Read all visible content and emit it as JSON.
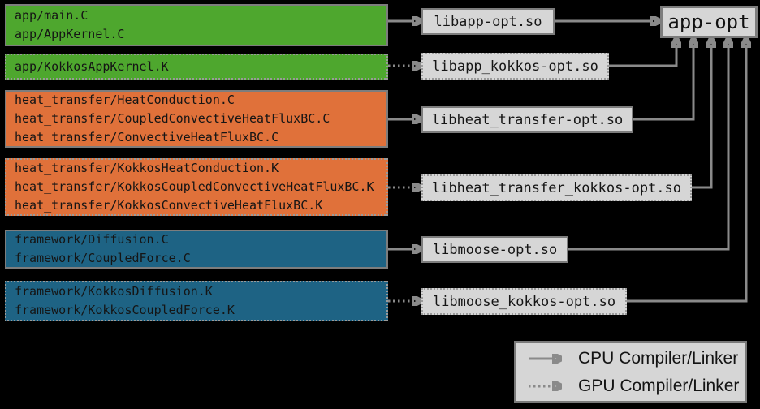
{
  "colors": {
    "background": "#000000",
    "app_green": "#4ea72e",
    "heat_transfer_orange": "#e0713a",
    "framework_blue": "#1e6384",
    "box_fill_gray": "#d6d6d6",
    "box_border_gray": "#7d7d7d",
    "arrow_gray": "#8a8a8a",
    "text_dark": "#151515"
  },
  "sources": [
    {
      "files": [
        "app/main.C",
        "app/AppKernel.C"
      ]
    },
    {
      "files": [
        "app/KokkosAppKernel.K"
      ]
    },
    {
      "files": [
        "heat_transfer/HeatConduction.C",
        "heat_transfer/CoupledConvectiveHeatFluxBC.C",
        "heat_transfer/ConvectiveHeatFluxBC.C"
      ]
    },
    {
      "files": [
        "heat_transfer/KokkosHeatConduction.K",
        "heat_transfer/KokkosCoupledConvectiveHeatFluxBC.K",
        "heat_transfer/KokkosConvectiveHeatFluxBC.K"
      ]
    },
    {
      "files": [
        "framework/Diffusion.C",
        "framework/CoupledForce.C"
      ]
    },
    {
      "files": [
        "framework/KokkosDiffusion.K",
        "framework/KokkosCoupledForce.K"
      ]
    }
  ],
  "libraries": [
    {
      "label": "libapp-opt.so"
    },
    {
      "label": "libapp_kokkos-opt.so"
    },
    {
      "label": "libheat_transfer-opt.so"
    },
    {
      "label": "libheat_transfer_kokkos-opt.so"
    },
    {
      "label": "libmoose-opt.so"
    },
    {
      "label": "libmoose_kokkos-opt.so"
    }
  ],
  "executable": {
    "label": "app-opt"
  },
  "legend": {
    "items": [
      {
        "arrow": "solid",
        "label": "CPU Compiler/Linker"
      },
      {
        "arrow": "dotted",
        "label": "GPU Compiler/Linker"
      }
    ]
  }
}
